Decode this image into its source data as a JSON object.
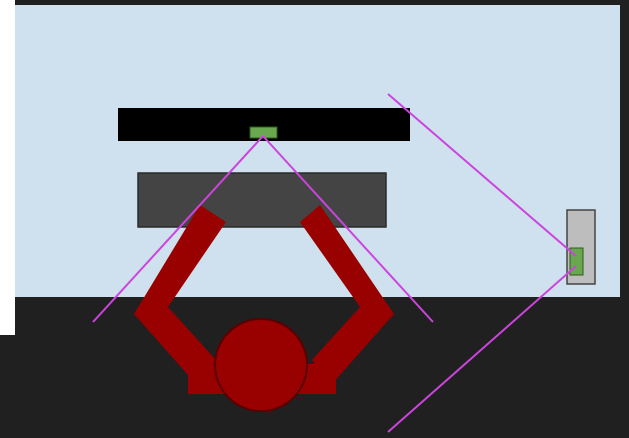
{
  "colors": {
    "frame": "#202020",
    "room": "#cfe0ee",
    "monitor": "#000000",
    "monitor_camera": "#6aa84f",
    "desk": "#444444",
    "desk_border": "#2a2a2a",
    "user": "#990000",
    "user_border": "#5a0000",
    "side_device": "#bdbdbd",
    "side_camera": "#6aa84f",
    "view_lines": "#cc44dd"
  },
  "elements": {
    "monitor": "monitor",
    "monitor_camera": "camera",
    "desk": "desk",
    "user": "user",
    "side_device": "side-device",
    "side_camera": "camera"
  }
}
